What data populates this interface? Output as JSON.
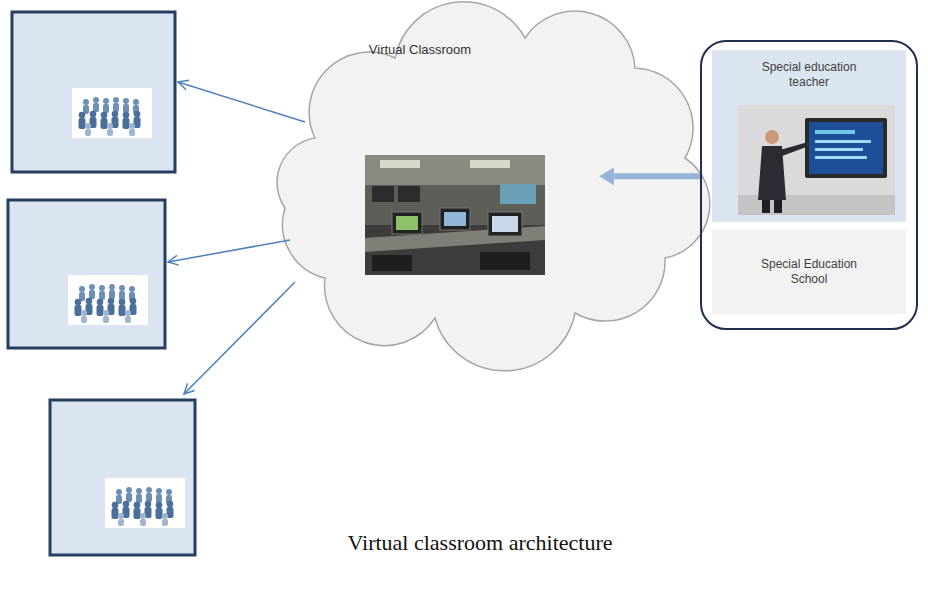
{
  "diagram": {
    "caption": "Virtual classroom architecture",
    "nodes": [
      {
        "text": [
          "Virtual Classroom"
        ]
      },
      {
        "text": [
          "Special Education School"
        ]
      },
      {
        "text": [
          "Special education teacher"
        ],
        "in": 1
      }
    ],
    "edges": [
      {
        "from": 1,
        "to": 0,
        "arrow": "to"
      }
    ]
  }
}
